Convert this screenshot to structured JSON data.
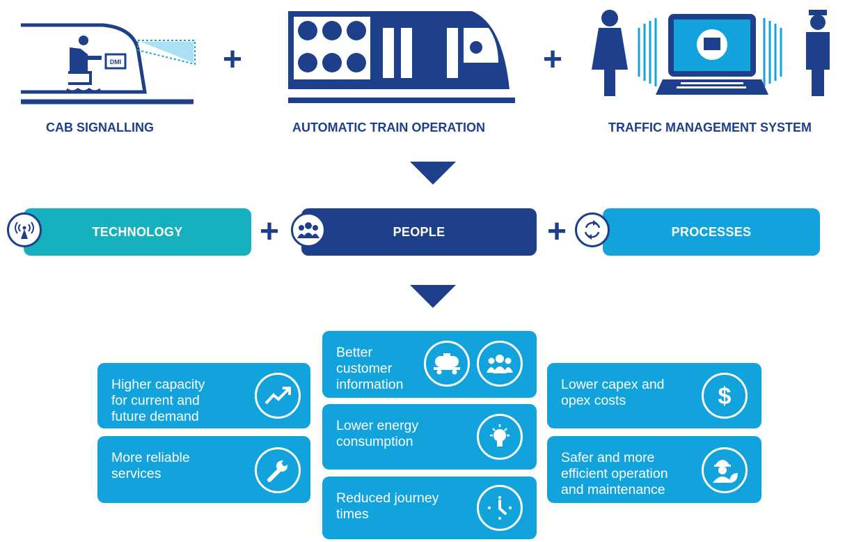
{
  "top": {
    "items": [
      {
        "label": "CAB SIGNALLING",
        "icon": "cab-signalling-icon",
        "badge": "DMI"
      },
      {
        "label": "AUTOMATIC TRAIN OPERATION",
        "icon": "train-icon"
      },
      {
        "label": "TRAFFIC MANAGEMENT SYSTEM",
        "icon": "traffic-management-icon"
      }
    ],
    "plus": "+"
  },
  "pillars": [
    {
      "label": "TECHNOLOGY",
      "color": "#17b0bf",
      "icon": "wireless-antenna-icon"
    },
    {
      "label": "PEOPLE",
      "color": "#1e3f8a",
      "icon": "people-group-icon"
    },
    {
      "label": "PROCESSES",
      "color": "#12a3dc",
      "icon": "cycle-arrows-icon"
    }
  ],
  "colors": {
    "navy": "#1e3f8a",
    "blue": "#12a3dc",
    "teal": "#17b0bf"
  },
  "benefits": [
    {
      "text": "Higher capacity\nfor current and\nfuture demand",
      "icon": "trend-up-icon"
    },
    {
      "text": "More reliable\nservices",
      "icon": "wrench-icon"
    },
    {
      "text": "Better\ncustomer\ninformation",
      "icon": "tank-wagon-icon",
      "icon2": "people-icon"
    },
    {
      "text": "Lower energy\nconsumption",
      "icon": "lightbulb-icon"
    },
    {
      "text": "Reduced journey\ntimes",
      "icon": "clock-icon"
    },
    {
      "text": "Lower capex and\nopex costs",
      "icon": "dollar-icon"
    },
    {
      "text": "Safer and more\nefficient operation\nand maintenance",
      "icon": "worker-leaf-icon"
    }
  ]
}
